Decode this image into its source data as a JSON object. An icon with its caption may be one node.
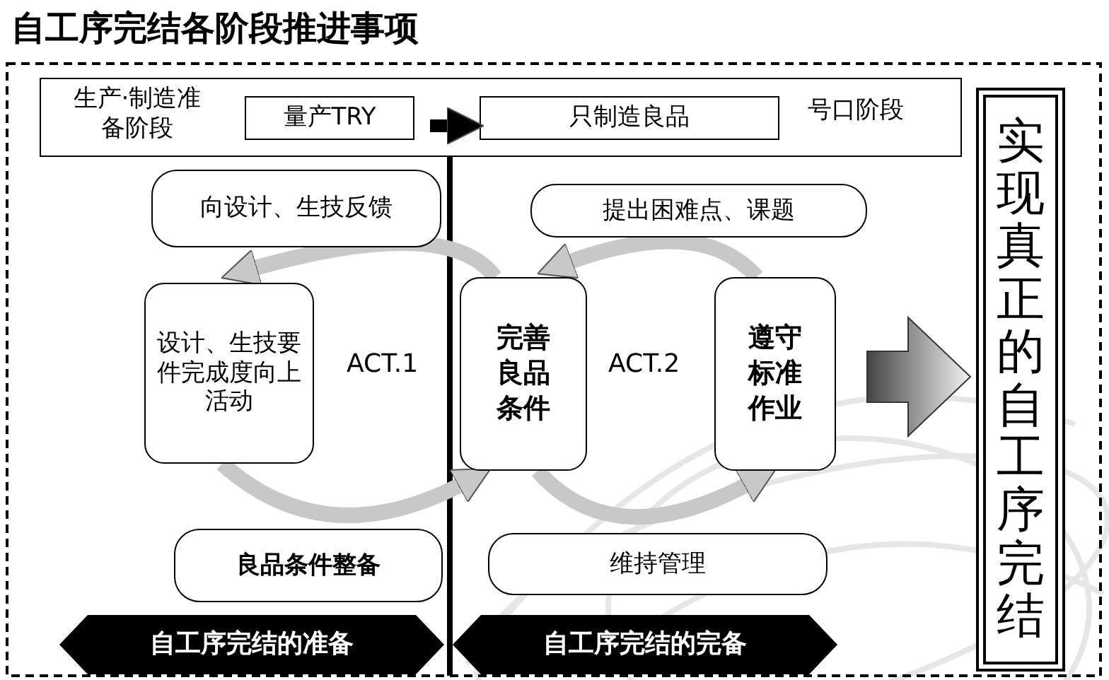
{
  "diagram": {
    "title": "自工序完结各阶段推进事项",
    "nodes": [
      {
        "text": [
          "生产·制造准备阶段",
          "号口阶段"
        ]
      },
      {
        "text": [
          "量产TRY"
        ],
        "in": 0
      },
      {
        "text": [
          "只制造良品"
        ],
        "in": 0
      },
      {
        "text": [
          "向设计、生技反馈"
        ]
      },
      {
        "text": [
          "提出困难点、课题"
        ]
      },
      {
        "text": [
          "设计、生技要件完成度向上活动"
        ]
      },
      {
        "text": [
          "完善良品条件"
        ]
      },
      {
        "text": [
          "遵守标准作业"
        ]
      },
      {
        "text": [
          "良品条件整备"
        ]
      },
      {
        "text": [
          "维持管理"
        ]
      },
      {
        "text": [
          "自工序完结的准备"
        ]
      },
      {
        "text": [
          "自工序完结的完备"
        ]
      },
      {
        "text": [
          "实现真正的自工序完结"
        ]
      }
    ],
    "edges": [
      {
        "from": 1,
        "to": 2,
        "arrow": "to",
        "color": "#000000"
      },
      {
        "from": 6,
        "to": 5,
        "arrow": "to"
      },
      {
        "from": 5,
        "to": 6,
        "arrow": "to"
      },
      {
        "from": 7,
        "to": 6,
        "arrow": "to"
      },
      {
        "from": 6,
        "to": 7,
        "arrow": "to"
      },
      {
        "from": 7,
        "to": 12,
        "arrow": "to",
        "style": "thick"
      }
    ],
    "labels": [
      "ACT.1",
      "ACT.2"
    ]
  }
}
